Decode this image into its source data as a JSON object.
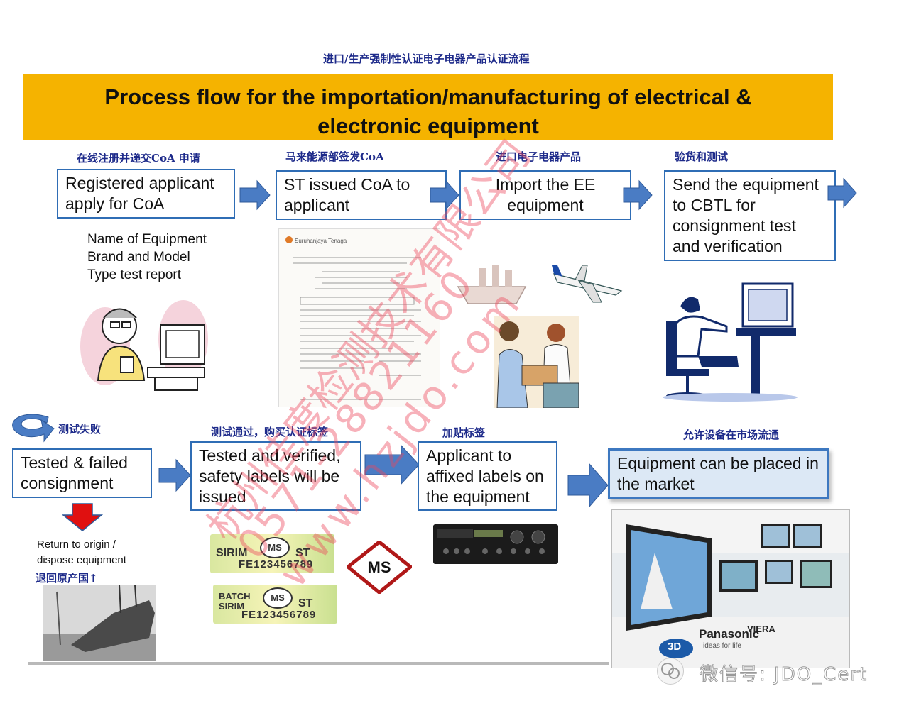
{
  "top_title": "进口/生产强制性认证电子电器产品认证流程",
  "banner": {
    "line1": "Process flow for the importation/manufacturing of electrical &",
    "line2": "electronic equipment"
  },
  "steps_row1": [
    {
      "cn": "在线注册并递交CoA 申请",
      "text": "Registered applicant apply for CoA"
    },
    {
      "cn": "马来能源部签发CoA",
      "text": "ST issued CoA  to applicant"
    },
    {
      "cn": "进口电子电器产品",
      "text": "Import the EE equipment"
    },
    {
      "cn": "验货和测试",
      "text": "Send the equipment to CBTL for  consignment test and verification"
    }
  ],
  "requirements": [
    "Name of Equipment",
    "Brand and Model",
    "Type test report"
  ],
  "steps_row2": [
    {
      "cn": "测试失败",
      "text": "Tested & failed consignment"
    },
    {
      "cn": "测试通过，购买认证标签",
      "text": "Tested and verified, safety labels will be issued"
    },
    {
      "cn": "加贴标签",
      "text": "Applicant to affixed labels on the equipment"
    },
    {
      "cn": "允许设备在市场流通",
      "text": "Equipment can be placed in the market"
    }
  ],
  "return": {
    "line1": "Return to origin /",
    "line2": "dispose equipment",
    "cn": "退回原产国↑"
  },
  "labels": [
    {
      "top": "SIRIM",
      "ms": "MS",
      "st": "ST",
      "code": "FE123456789"
    },
    {
      "top": "BATCH SIRIM",
      "ms": "MS",
      "st": "ST",
      "code": "FE123456789"
    }
  ],
  "ms_logo": "MS",
  "document_header": "Suruhanjaya Tenaga",
  "watermark": {
    "line1": "杭州佳度检测技术有限公司",
    "line2": "0571-28821160",
    "line3": "www.hzjdo.com"
  },
  "wechat": "微信号: JDO_Cert",
  "tv_brands": {
    "panasonic": "Panasonic",
    "viera": "VIERA",
    "tagline": "ideas for life",
    "badge": "3D"
  },
  "colors": {
    "banner": "#f5b300",
    "box_border": "#2f6db5",
    "arrow": "#4a7cc4",
    "cn_text": "#1d2a8a",
    "fail_arrow": "#e01010"
  }
}
